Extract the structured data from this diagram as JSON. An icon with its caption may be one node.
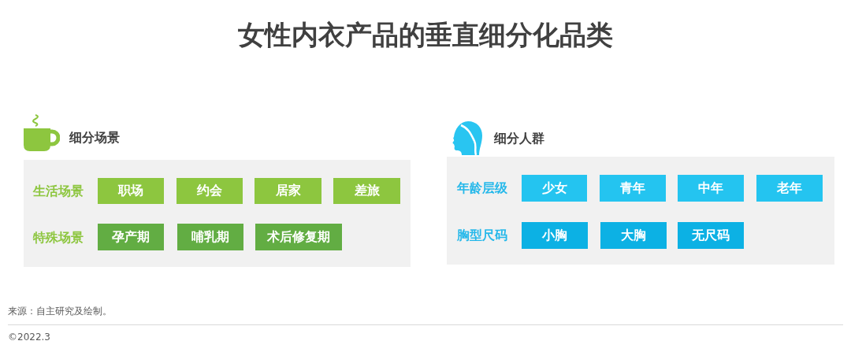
{
  "diagram": {
    "title": "女性内衣产品的垂直细分化品类",
    "nodes": [
      {
        "text": [
          "细分场景",
          "生活场景",
          "特殊场景"
        ]
      },
      {
        "text": [
          "职场"
        ],
        "in": 0
      },
      {
        "text": [
          "约会"
        ],
        "in": 0
      },
      {
        "text": [
          "居家"
        ],
        "in": 0
      },
      {
        "text": [
          "差旅"
        ],
        "in": 0
      },
      {
        "text": [
          "孕产期"
        ],
        "in": 0
      },
      {
        "text": [
          "哺乳期"
        ],
        "in": 0
      },
      {
        "text": [
          "术后修复期"
        ],
        "in": 0
      },
      {
        "text": [
          "细分人群",
          "年龄层级",
          "胸型尺码"
        ]
      },
      {
        "text": [
          "少女"
        ],
        "in": 8
      },
      {
        "text": [
          "青年"
        ],
        "in": 8
      },
      {
        "text": [
          "中年"
        ],
        "in": 8
      },
      {
        "text": [
          "老年"
        ],
        "in": 8
      },
      {
        "text": [
          "小胸"
        ],
        "in": 8
      },
      {
        "text": [
          "大胸"
        ],
        "in": 8
      },
      {
        "text": [
          "无尺码"
        ],
        "in": 8
      }
    ],
    "labels": [
      "来源：自主研究及绘制。",
      "©2022.3"
    ]
  }
}
